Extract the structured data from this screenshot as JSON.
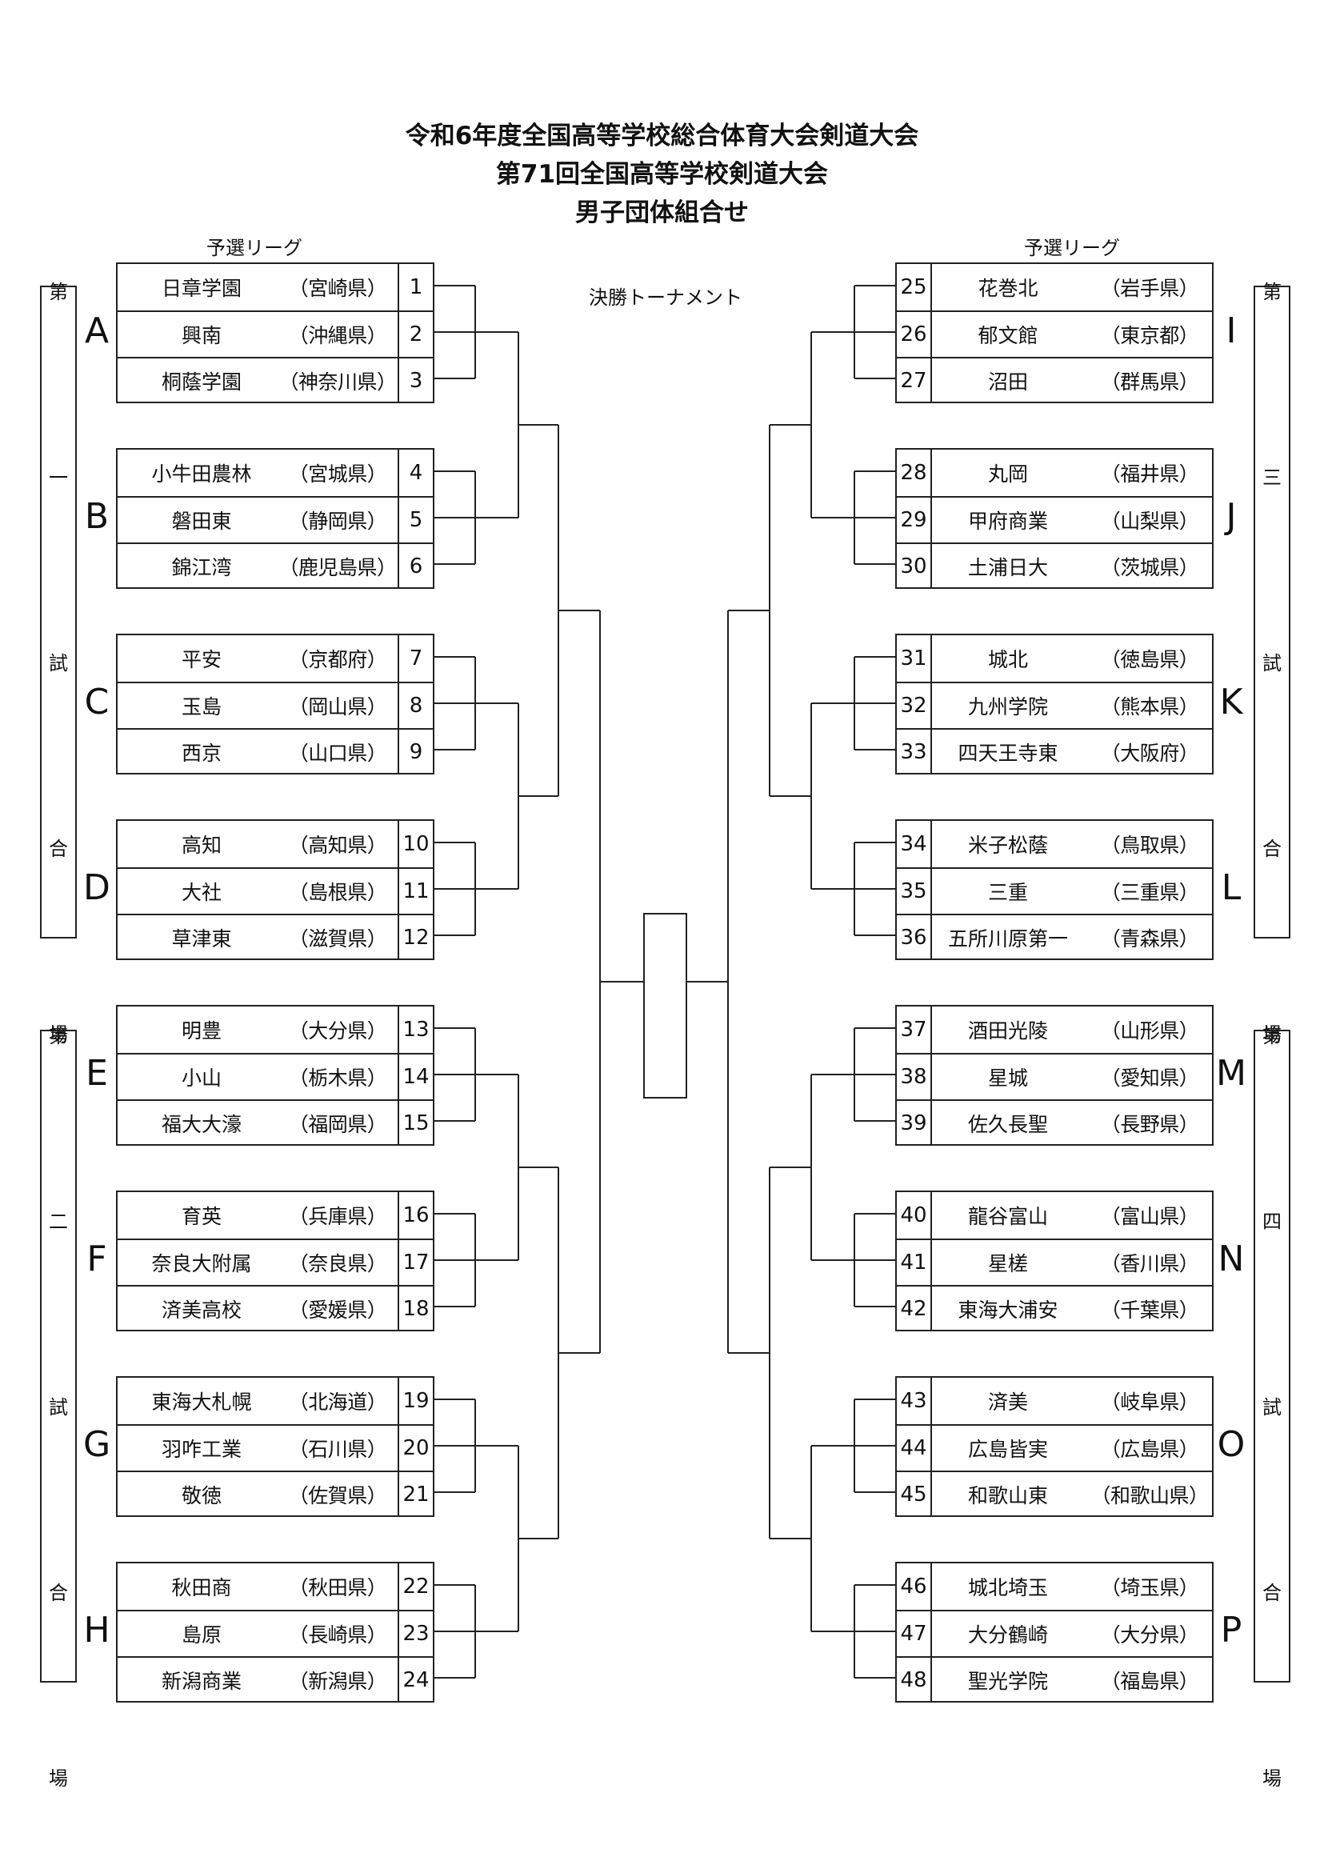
{
  "titles": [
    "令和6年度全国高等学校総合体育大会剣道大会",
    "第71回全国高等学校剣道大会",
    "男子団体組合せ"
  ],
  "prelim_label": "予選リーグ",
  "final_label": "決勝トーナメント",
  "venues": [
    {
      "chars": [
        "第",
        "一",
        "試",
        "合",
        "場"
      ]
    },
    {
      "chars": [
        "第",
        "二",
        "試",
        "合",
        "場"
      ]
    },
    {
      "chars": [
        "第",
        "三",
        "試",
        "合",
        "場"
      ]
    },
    {
      "chars": [
        "第",
        "四",
        "試",
        "合",
        "場"
      ]
    }
  ],
  "groups": [
    {
      "letter": "A",
      "teams": [
        [
          "1",
          "日章学園",
          "（宮崎県）"
        ],
        [
          "2",
          "興南",
          "（沖縄県）"
        ],
        [
          "3",
          "桐蔭学園",
          "（神奈川県）"
        ]
      ]
    },
    {
      "letter": "B",
      "teams": [
        [
          "4",
          "小牛田農林",
          "（宮城県）"
        ],
        [
          "5",
          "磐田東",
          "（静岡県）"
        ],
        [
          "6",
          "錦江湾",
          "（鹿児島県）"
        ]
      ]
    },
    {
      "letter": "C",
      "teams": [
        [
          "7",
          "平安",
          "（京都府）"
        ],
        [
          "8",
          "玉島",
          "（岡山県）"
        ],
        [
          "9",
          "西京",
          "（山口県）"
        ]
      ]
    },
    {
      "letter": "D",
      "teams": [
        [
          "10",
          "高知",
          "（高知県）"
        ],
        [
          "11",
          "大社",
          "（島根県）"
        ],
        [
          "12",
          "草津東",
          "（滋賀県）"
        ]
      ]
    },
    {
      "letter": "E",
      "teams": [
        [
          "13",
          "明豊",
          "（大分県）"
        ],
        [
          "14",
          "小山",
          "（栃木県）"
        ],
        [
          "15",
          "福大大濠",
          "（福岡県）"
        ]
      ]
    },
    {
      "letter": "F",
      "teams": [
        [
          "16",
          "育英",
          "（兵庫県）"
        ],
        [
          "17",
          "奈良大附属",
          "（奈良県）"
        ],
        [
          "18",
          "済美高校",
          "（愛媛県）"
        ]
      ]
    },
    {
      "letter": "G",
      "teams": [
        [
          "19",
          "東海大札幌",
          "（北海道）"
        ],
        [
          "20",
          "羽咋工業",
          "（石川県）"
        ],
        [
          "21",
          "敬徳",
          "（佐賀県）"
        ]
      ]
    },
    {
      "letter": "H",
      "teams": [
        [
          "22",
          "秋田商",
          "（秋田県）"
        ],
        [
          "23",
          "島原",
          "（長崎県）"
        ],
        [
          "24",
          "新潟商業",
          "（新潟県）"
        ]
      ]
    },
    {
      "letter": "I",
      "teams": [
        [
          "25",
          "花巻北",
          "（岩手県）"
        ],
        [
          "26",
          "郁文館",
          "（東京都）"
        ],
        [
          "27",
          "沼田",
          "（群馬県）"
        ]
      ]
    },
    {
      "letter": "J",
      "teams": [
        [
          "28",
          "丸岡",
          "（福井県）"
        ],
        [
          "29",
          "甲府商業",
          "（山梨県）"
        ],
        [
          "30",
          "土浦日大",
          "（茨城県）"
        ]
      ]
    },
    {
      "letter": "K",
      "teams": [
        [
          "31",
          "城北",
          "（徳島県）"
        ],
        [
          "32",
          "九州学院",
          "（熊本県）"
        ],
        [
          "33",
          "四天王寺東",
          "（大阪府）"
        ]
      ]
    },
    {
      "letter": "L",
      "teams": [
        [
          "34",
          "米子松蔭",
          "（鳥取県）"
        ],
        [
          "35",
          "三重",
          "（三重県）"
        ],
        [
          "36",
          "五所川原第一",
          "（青森県）"
        ]
      ]
    },
    {
      "letter": "M",
      "teams": [
        [
          "37",
          "酒田光陵",
          "（山形県）"
        ],
        [
          "38",
          "星城",
          "（愛知県）"
        ],
        [
          "39",
          "佐久長聖",
          "（長野県）"
        ]
      ]
    },
    {
      "letter": "N",
      "teams": [
        [
          "40",
          "龍谷富山",
          "（富山県）"
        ],
        [
          "41",
          "星槎",
          "（香川県）"
        ],
        [
          "42",
          "東海大浦安",
          "（千葉県）"
        ]
      ]
    },
    {
      "letter": "O",
      "teams": [
        [
          "43",
          "済美",
          "（岐阜県）"
        ],
        [
          "44",
          "広島皆実",
          "（広島県）"
        ],
        [
          "45",
          "和歌山東",
          "（和歌山県）"
        ]
      ]
    },
    {
      "letter": "P",
      "teams": [
        [
          "46",
          "城北埼玉",
          "（埼玉県）"
        ],
        [
          "47",
          "大分鶴崎",
          "（大分県）"
        ],
        [
          "48",
          "聖光学院",
          "（福島県）"
        ]
      ]
    }
  ]
}
